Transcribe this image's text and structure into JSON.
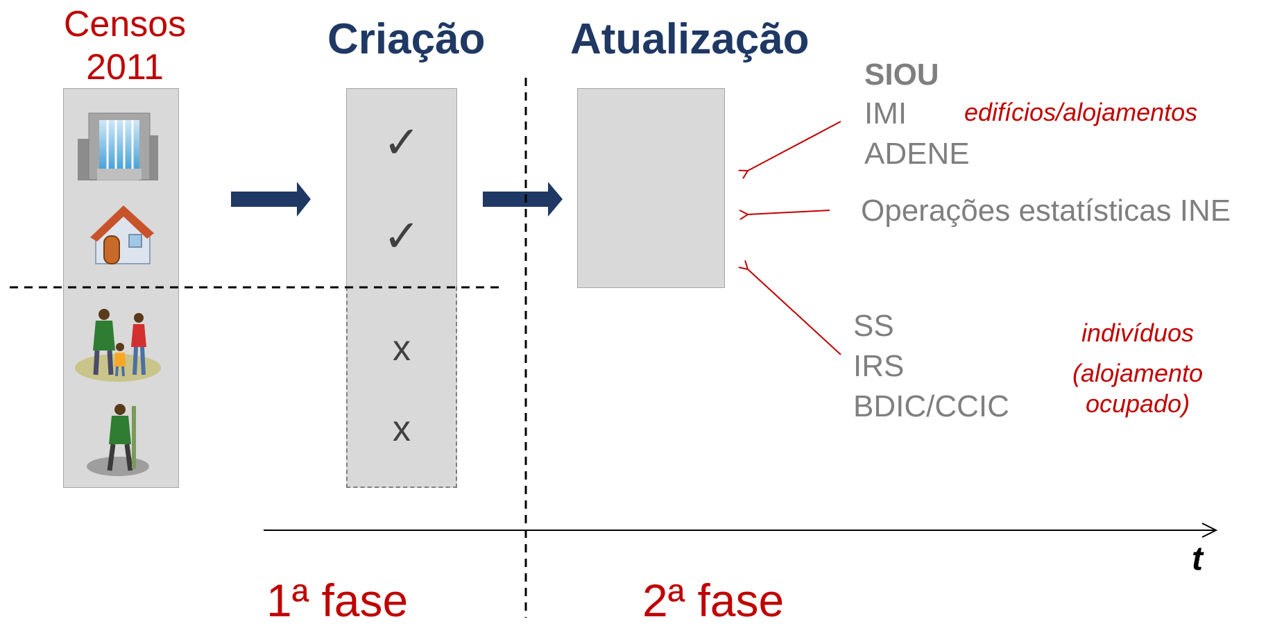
{
  "census": {
    "line1": "Censos",
    "line2": "2011"
  },
  "creation": {
    "title": "Criação",
    "marks": [
      "✓",
      "✓",
      "x",
      "x"
    ]
  },
  "update": {
    "title": "Atualização"
  },
  "sources_buildings": {
    "items": [
      "SIOU",
      "IMI",
      "ADENE"
    ],
    "note": "edifícios/alojamentos"
  },
  "sources_statistics": {
    "label": "Operações estatísticas INE"
  },
  "sources_individuals": {
    "items": [
      "SS",
      "IRS",
      "BDIC/CCIC"
    ],
    "note1": "indivíduos",
    "note2": "(alojamento",
    "note3": "ocupado)"
  },
  "timeline": {
    "axis_label": "t"
  },
  "phases": {
    "first": "1ª fase",
    "second": "2ª fase"
  },
  "colors": {
    "accent_red": "#c00000",
    "navy": "#1f3864",
    "box_gray": "#d9d9d9",
    "text_gray": "#7f7f7f"
  }
}
